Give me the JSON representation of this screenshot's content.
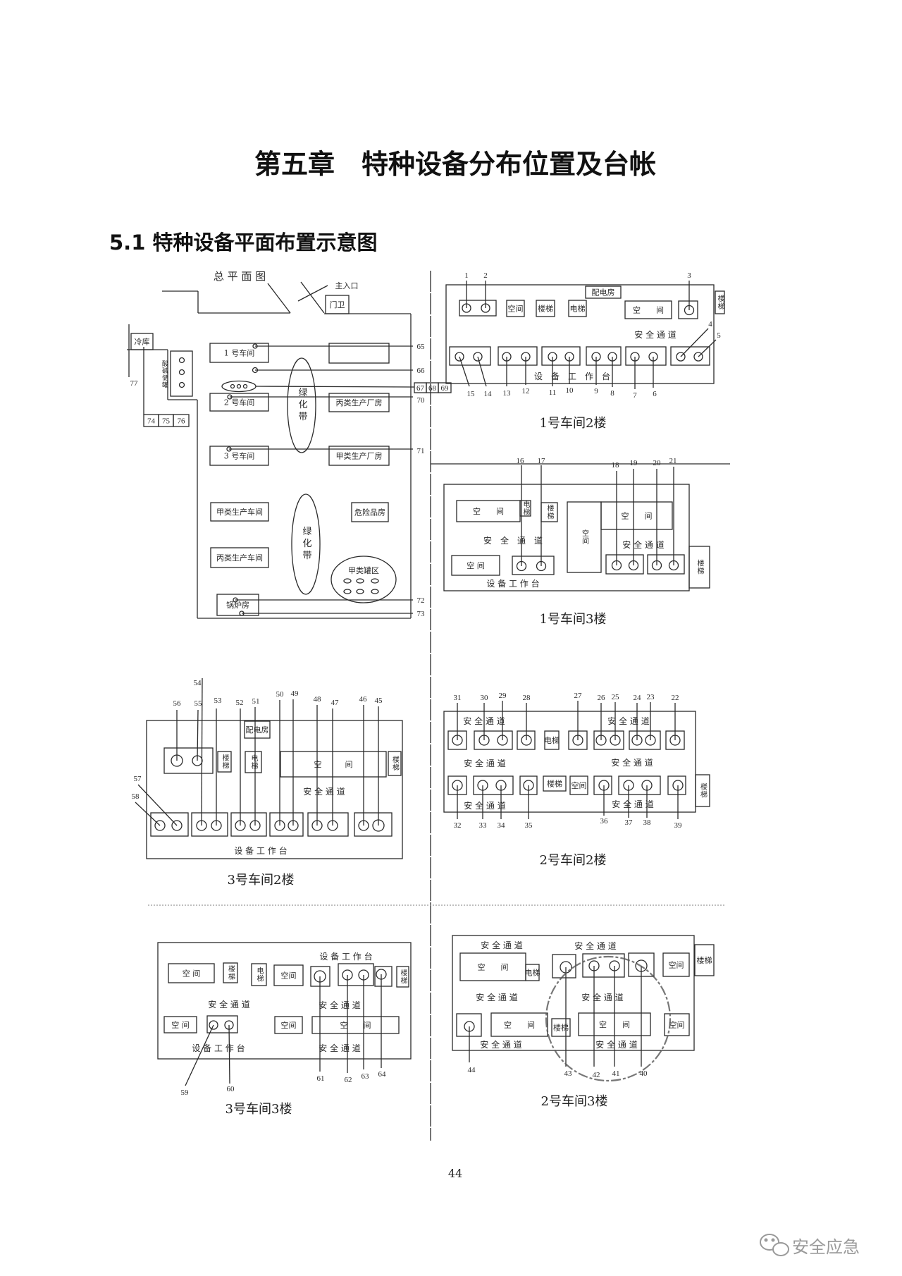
{
  "document": {
    "chapter_title": "第五章　特种设备分布位置及台帐",
    "section_title": "5.1 特种设备平面布置示意图",
    "page_number": "44"
  },
  "watermark": {
    "text": "安全应急",
    "icon": "wechat-icon"
  },
  "site_plan": {
    "labels": [
      "总 平 面 图",
      "主入口",
      "门卫",
      "冷库",
      "酸碱储罐",
      "1 号车间",
      "2 号车间",
      "3 号车间",
      "丙类生产厂房",
      "甲类生产厂房",
      "甲类生产车间",
      "丙类生产车间",
      "危险品房",
      "绿化带",
      "绿化带",
      "甲类罐区",
      "锅炉房"
    ],
    "equipment": [
      "65",
      "66",
      "67",
      "68",
      "69",
      "70",
      "71",
      "72",
      "73",
      "74",
      "75",
      "76",
      "77"
    ]
  },
  "plans": {
    "w1f2": {
      "title": "1号车间2楼",
      "labels": [
        "空间",
        "楼梯",
        "电梯",
        "配电房",
        "空　　间",
        "楼梯",
        "安 全 通 道",
        "设　备　工　作　台"
      ],
      "equipment": [
        "1",
        "2",
        "3",
        "4",
        "5",
        "6",
        "7",
        "8",
        "9",
        "10",
        "11",
        "12",
        "13",
        "14",
        "15"
      ]
    },
    "w1f3": {
      "title": "1号车间3楼",
      "labels": [
        "空　　间",
        "电梯",
        "楼梯",
        "安　全　通　道",
        "空 间",
        "空间",
        "空　　间",
        "安 全 通 道",
        "设 备 工 作 台",
        "楼梯"
      ],
      "equipment": [
        "16",
        "17",
        "18",
        "19",
        "20",
        "21"
      ]
    },
    "w3f2": {
      "title": "3号车间2楼",
      "labels": [
        "配电房",
        "楼梯",
        "电梯",
        "空　　　间",
        "楼梯",
        "安 全 通 道",
        "设 备 工 作 台"
      ],
      "equipment": [
        "45",
        "46",
        "47",
        "48",
        "49",
        "50",
        "51",
        "52",
        "53",
        "54",
        "55",
        "56",
        "57",
        "58"
      ]
    },
    "w2f2": {
      "title": "2号车间2楼",
      "labels": [
        "安 全 通 道",
        "安 全 通 道",
        "安 全 通 道",
        "安 全 通 道",
        "安 全 通 道",
        "安 全 通 道",
        "电梯",
        "楼梯",
        "空间",
        "楼梯"
      ],
      "equipment": [
        "22",
        "23",
        "24",
        "25",
        "26",
        "27",
        "28",
        "29",
        "30",
        "31",
        "32",
        "33",
        "34",
        "35",
        "36",
        "37",
        "38",
        "39"
      ]
    },
    "w3f3": {
      "title": "3号车间3楼",
      "labels": [
        "设 备 工 作 台",
        "空 间",
        "楼梯",
        "电梯",
        "空间",
        "楼梯",
        "安 全 通 道",
        "安 全 通 道",
        "空 间",
        "空间",
        "空　　间",
        "设 备 工 作 台",
        "安 全 通 道"
      ],
      "equipment": [
        "59",
        "60",
        "61",
        "62",
        "63",
        "64"
      ]
    },
    "w2f3": {
      "title": "2号车间3楼",
      "labels": [
        "安 全 通 道",
        "安 全 通 道",
        "空　　间",
        "电梯",
        "空间",
        "安 全 通 道",
        "安 全 通 道",
        "空　　间",
        "楼梯",
        "空　　间",
        "空间",
        "安 全 通 道",
        "安 全 通 道",
        "楼梯"
      ],
      "equipment": [
        "40",
        "41",
        "42",
        "43",
        "44"
      ]
    }
  }
}
